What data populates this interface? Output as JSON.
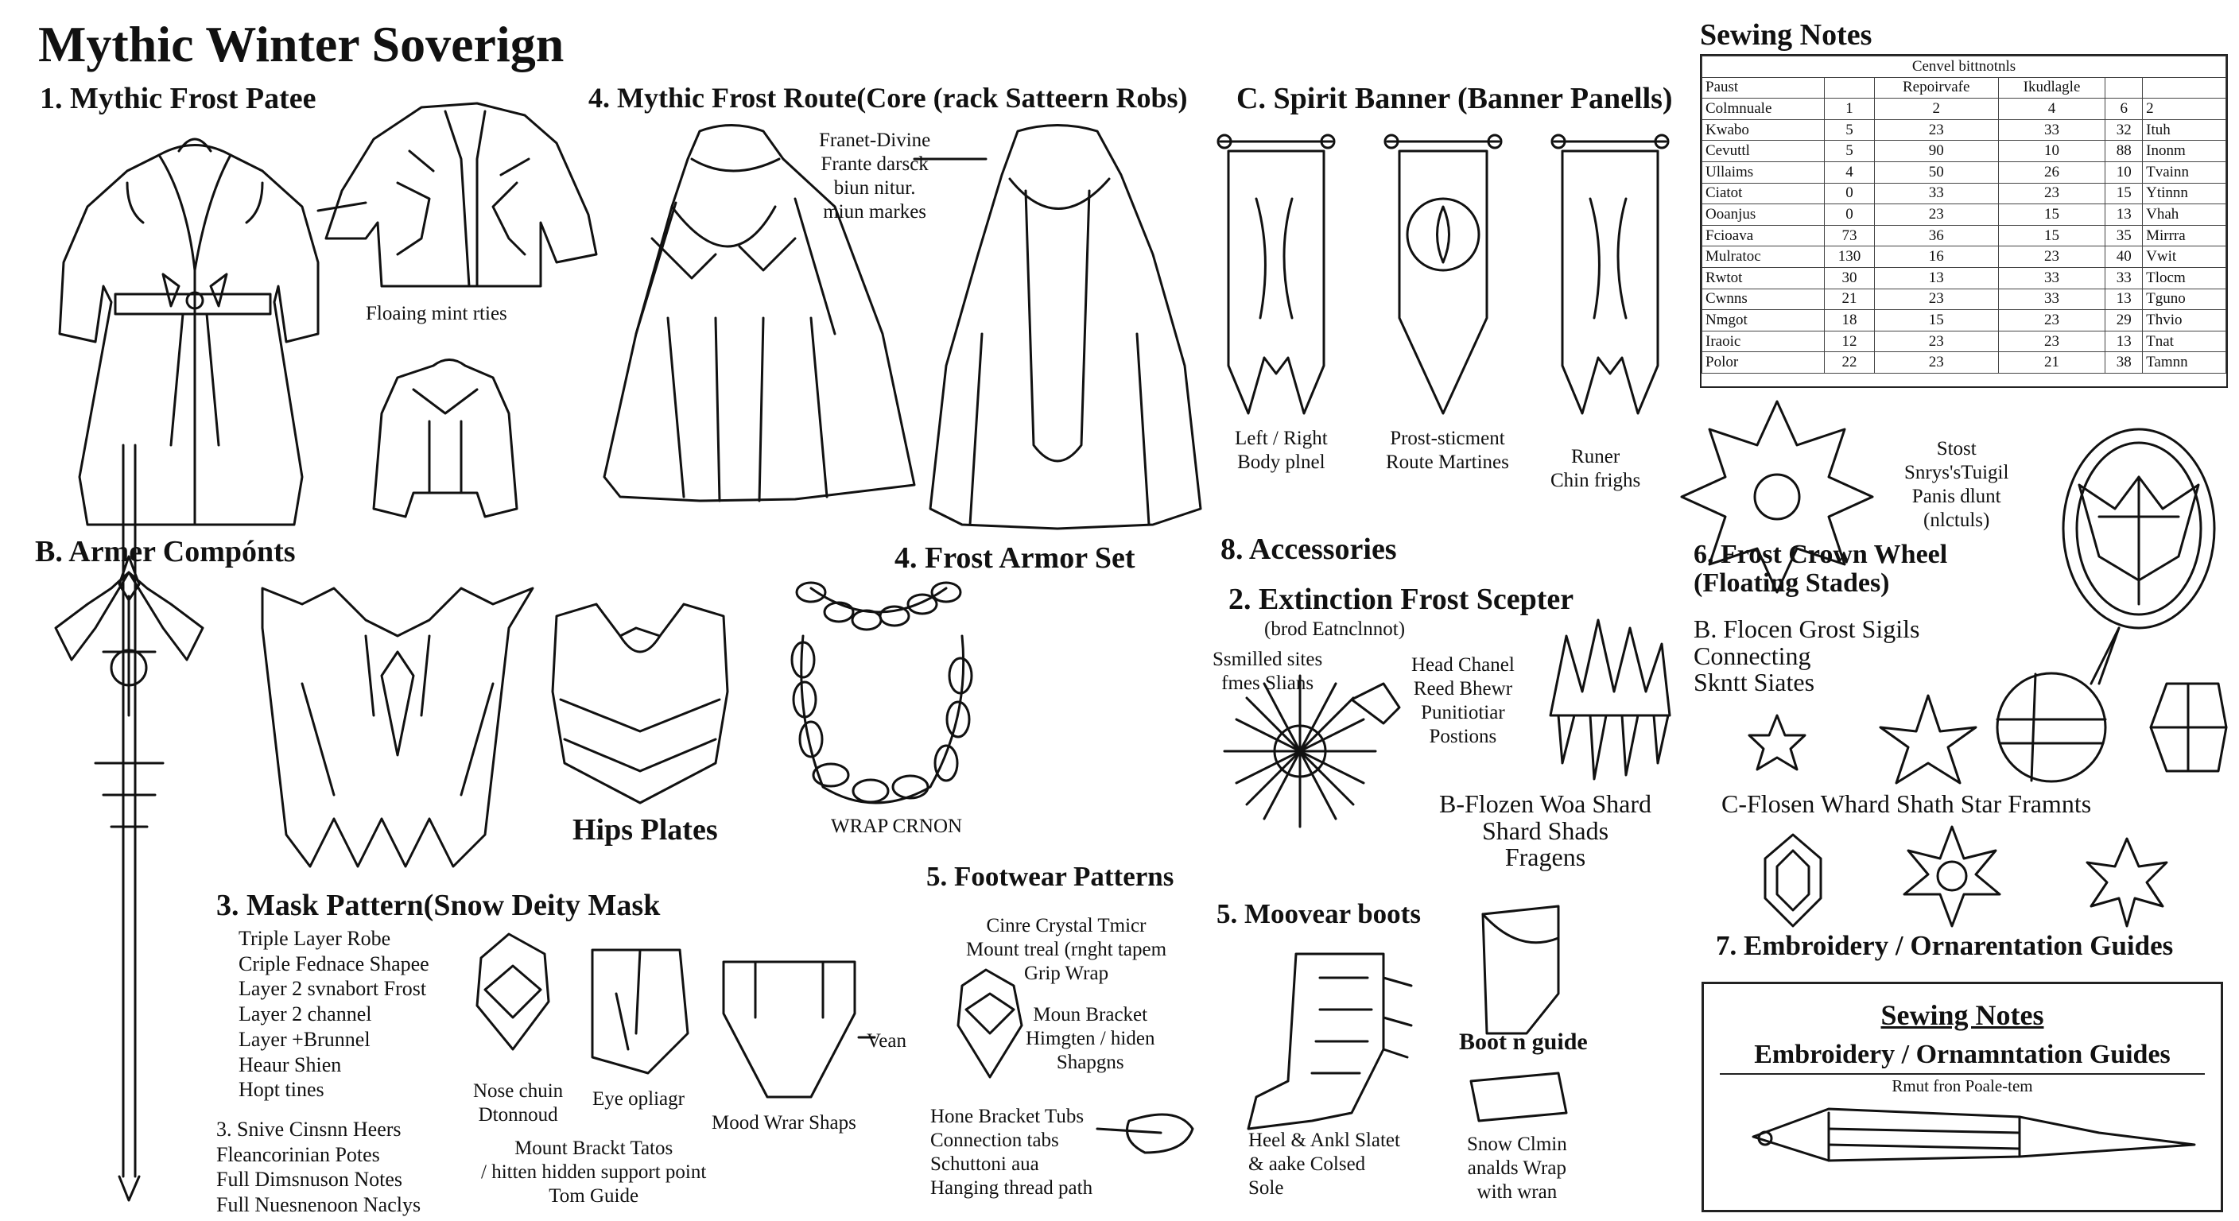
{
  "title": "Mythic Winter Soverign",
  "sections": {
    "s1": "1. Mythic Frost Patee",
    "s4_route": "4. Mythic Frost Route(Core (rack Satteern Robs)",
    "c_banner": "C. Spirit Banner (Banner Panells)",
    "b_armer": "B. Armer Compónts",
    "s4_armor": "4. Frost Armor Set",
    "accessories": "8. Accessories",
    "scepter": "2. Extinction Frost Scepter",
    "crown": "6. Frost Crown Wheel\n(Floating Stades)",
    "sigils": "B. Flocen Grost Sigils\nConnecting\nSkntt Siates",
    "shard_b": "B-Flozen Woa Shard\nShard Shads\nFragens",
    "shard_c": "C-Flosen Whard Shath Star Framnts",
    "embroidery": "7. Embroidery / Ornarentation Guides",
    "mask": "3. Mask Pattern(Snow Deity Mask",
    "footwear": "5. Footwear Patterns",
    "moovear": "5. Moovear boots",
    "hips": "Hips Plates"
  },
  "labels": {
    "floating_mint": "Floaing mint rties",
    "franet": "Franet-Divine\nFrante darsck\nbiun nitur.\nmiun markes",
    "banner_left": "Left / Right\nBody plnel",
    "banner_mid": "Prost-sticment\nRoute Martines",
    "banner_right": "Runer\nChin frighs",
    "wrap_chain": "WRAP CRNON",
    "scepter_sub": "(brod Eatnclnnot)",
    "scepter_left": "Ssmilled sites\nfmes Slians",
    "scepter_right": "Head Chanel\nReed Bhewr\nPunitiotiar\nPostions",
    "crown_notes": "Stost\nSnrys'sTuigil\nPanis dlunt\n(nlctuls)",
    "mask_list": "Triple Layer Robe\nCriple Fednace Shapee\nLayer 2 svnabort Frost\nLayer 2 channel\nLayer +Brunnel\nHeaur Shien\nHopt tines",
    "mask_list2": "3. Snive Cinsnn Heers\nFleancorinian Potes\nFull Dimsnuson Notes\nFull Nuesnenoon Naclys",
    "nose_chain": "Nose chuin\nDtonnoud",
    "eye_opliagr": "Eye opliagr",
    "vean": "Vean",
    "mood_wrar": "Mood Wrar Shaps",
    "mount_bracket": "Mount Brackt Tatos\n/ hitten hidden support point\nTom Guide",
    "footwear_list": "Cinre Crystal Tmicr\nMount treal (rnght tapem\nGrip Wrap",
    "mount_bracket2": "Moun Bracket\nHimgten / hiden\nShapgns",
    "home_bracket": "Hone Bracket Tubs\nConnection tabs\nSchuttoni aua\nHanging thread path",
    "heel_ankl": "Heel & Ankl Slatet\n& aake Colsed\nSole",
    "boot_guide": "Boot n guide",
    "snow_clmin": "Snow Clmin\nanalds Wrap\nwith wran"
  },
  "sewing_table": {
    "caption": "Sewing Notes",
    "header_row": "Cenvel bittnotnls",
    "columns": [
      "Paust",
      "",
      "Repoirvafe",
      "Ikudlagle",
      "",
      ""
    ],
    "rows": [
      [
        "Colmnuale",
        "1",
        "2",
        "4",
        "6",
        "2"
      ],
      [
        "Kwabo",
        "5",
        "23",
        "33",
        "32",
        "Ituh"
      ],
      [
        "Cevuttl",
        "5",
        "90",
        "10",
        "88",
        "Inonm"
      ],
      [
        "Ullaims",
        "4",
        "50",
        "26",
        "10",
        "Tvainn"
      ],
      [
        "Ciatot",
        "0",
        "33",
        "23",
        "15",
        "Ytinnn"
      ],
      [
        "Ooanjus",
        "0",
        "23",
        "15",
        "13",
        "Vhah"
      ],
      [
        "Fcioava",
        "73",
        "36",
        "15",
        "35",
        "Mirrra"
      ],
      [
        "Mulratoc",
        "130",
        "16",
        "23",
        "40",
        "Vwit"
      ],
      [
        "Rwtot",
        "30",
        "13",
        "33",
        "33",
        "Tlocm"
      ],
      [
        "Cwnns",
        "21",
        "23",
        "33",
        "13",
        "Tguno"
      ],
      [
        "Nmgot",
        "18",
        "15",
        "23",
        "29",
        "Thvio"
      ],
      [
        "Iraoic",
        "12",
        "23",
        "23",
        "13",
        "Tnat"
      ],
      [
        "Polor",
        "22",
        "23",
        "21",
        "38",
        "Tamnn"
      ]
    ]
  },
  "notes_box": {
    "title": "Sewing Notes",
    "subtitle": "Embroidery / Ornamntation Guides",
    "small": "Rmut fron Poale-tem"
  }
}
